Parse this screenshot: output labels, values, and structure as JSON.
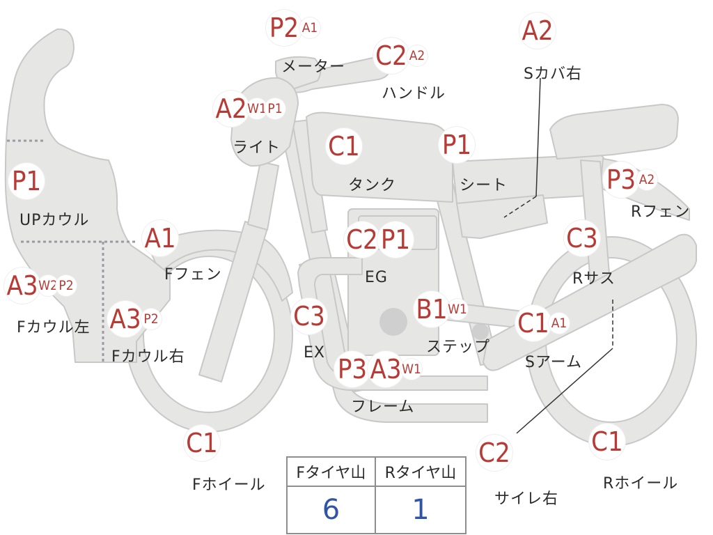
{
  "parts": [
    {
      "id": "meter",
      "label": "メーター",
      "codes": [
        "P2",
        "A1"
      ]
    },
    {
      "id": "handle",
      "label": "ハンドル",
      "codes": [
        "C2",
        "A2"
      ]
    },
    {
      "id": "s-cover-right",
      "label": "Sカバ右",
      "codes": [
        "A2"
      ]
    },
    {
      "id": "light",
      "label": "ライト",
      "codes": [
        "A2",
        "W1",
        "P1"
      ]
    },
    {
      "id": "tank",
      "label": "タンク",
      "codes": [
        "C1"
      ]
    },
    {
      "id": "seat",
      "label": "シート",
      "codes": [
        "P1"
      ]
    },
    {
      "id": "r-fender",
      "label": "Rフェン",
      "codes": [
        "P3",
        "A2"
      ]
    },
    {
      "id": "up-cowl",
      "label": "UPカウル",
      "codes": [
        "P1"
      ]
    },
    {
      "id": "f-fender",
      "label": "Fフェン",
      "codes": [
        "A1"
      ]
    },
    {
      "id": "engine",
      "label": "EG",
      "codes": [
        "C2",
        "P1"
      ]
    },
    {
      "id": "r-suspension",
      "label": "Rサス",
      "codes": [
        "C3"
      ]
    },
    {
      "id": "f-cowl-left",
      "label": "Fカウル左",
      "codes": [
        "A3",
        "W2",
        "P2"
      ]
    },
    {
      "id": "f-cowl-right",
      "label": "Fカウル右",
      "codes": [
        "A3",
        "P2"
      ]
    },
    {
      "id": "exhaust",
      "label": "EX",
      "codes": [
        "C3"
      ]
    },
    {
      "id": "step",
      "label": "ステップ",
      "codes": [
        "B1",
        "W1"
      ]
    },
    {
      "id": "s-arm",
      "label": "Sアーム",
      "codes": [
        "C1",
        "A1"
      ]
    },
    {
      "id": "frame",
      "label": "フレーム",
      "codes": [
        "P3",
        "A3",
        "W1"
      ]
    },
    {
      "id": "f-wheel",
      "label": "Fホイール",
      "codes": [
        "C1"
      ]
    },
    {
      "id": "silencer-right",
      "label": "サイレ右",
      "codes": [
        "C2"
      ]
    },
    {
      "id": "r-wheel",
      "label": "Rホイール",
      "codes": [
        "C1"
      ]
    }
  ],
  "tire_tread": {
    "front_header": "Fタイヤ山",
    "rear_header": "Rタイヤ山",
    "front_value": "6",
    "rear_value": "1"
  },
  "colors": {
    "part_fill": "#e6e6e4",
    "part_stroke": "#c4c4c4",
    "code_text": "#b83a35",
    "tire_value_text": "#3155a6"
  }
}
